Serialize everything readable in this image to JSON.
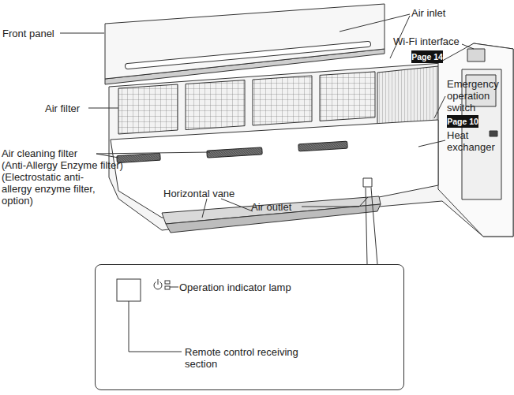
{
  "diagram": {
    "nodes": [
      {
        "text": [
          "Page 14"
        ]
      },
      {
        "text": [
          "Page 10"
        ]
      },
      {
        "text": [
          "Operation indicator lamp",
          "Remote control receiving section"
        ]
      }
    ],
    "edges": [],
    "labels": [
      "Front panel",
      "Air inlet",
      "Wi-Fi interface",
      "Emergency operation switch",
      "Air filter",
      "Heat exchanger",
      "Air cleaning filter",
      "(Anti-Allergy Enzyme filter)",
      "(Electrostatic anti-allergy enzyme filter, option)",
      "Horizontal vane",
      "Air outlet"
    ]
  }
}
